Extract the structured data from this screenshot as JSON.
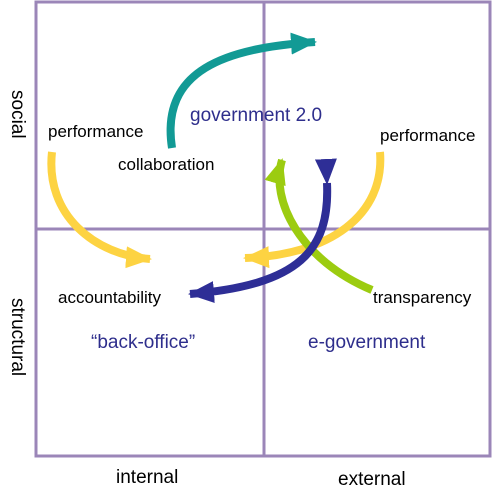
{
  "quadrants": {
    "top_right": "government 2.0",
    "bottom_left": "“back-office”",
    "bottom_right": "e-government"
  },
  "labels": {
    "performance_left": "performance",
    "collaboration": "collaboration",
    "performance_right": "performance",
    "accountability": "accountability",
    "transparency": "transparency"
  },
  "axes": {
    "y_top": "social",
    "y_bottom": "structural",
    "x_left": "internal",
    "x_right": "external"
  },
  "colors": {
    "grid": "#9b86b8",
    "teal": "#129a95",
    "yellow": "#fdd342",
    "navy": "#2e2e96",
    "green": "#9ccc10",
    "quadrant_text": "#2e2e8c"
  }
}
